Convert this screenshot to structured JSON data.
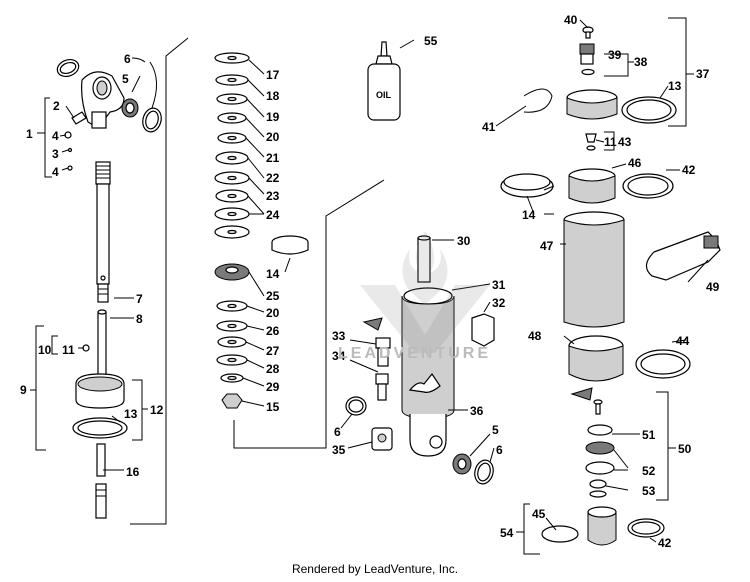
{
  "labels": {
    "p1": "1",
    "p2": "2",
    "p3": "3",
    "p4a": "4",
    "p4b": "4",
    "p5a": "5",
    "p5b": "5",
    "p6a": "6",
    "p6b": "6",
    "p6c": "6",
    "p7": "7",
    "p8": "8",
    "p9": "9",
    "p10": "10",
    "p11a": "11",
    "p11b": "11",
    "p12": "12",
    "p13a": "13",
    "p13b": "13",
    "p14a": "14",
    "p14b": "14",
    "p15": "15",
    "p16": "16",
    "p17": "17",
    "p18": "18",
    "p19": "19",
    "p20a": "20",
    "p20b": "20",
    "p21": "21",
    "p22": "22",
    "p23": "23",
    "p24": "24",
    "p25": "25",
    "p26": "26",
    "p27": "27",
    "p28": "28",
    "p29": "29",
    "p30": "30",
    "p31": "31",
    "p32": "32",
    "p33": "33",
    "p34": "34",
    "p35": "35",
    "p36": "36",
    "p37": "37",
    "p38": "38",
    "p39": "39",
    "p40": "40",
    "p41": "41",
    "p42a": "42",
    "p42b": "42",
    "p43": "43",
    "p44": "44",
    "p45": "45",
    "p46": "46",
    "p47": "47",
    "p48": "48",
    "p49": "49",
    "p50": "50",
    "p51": "51",
    "p52": "52",
    "p53": "53",
    "p54": "54",
    "p55": "55"
  },
  "bottle_label": "OIL",
  "watermark_text": "LEADVENTURE",
  "footer": "Rendered by LeadVenture, Inc."
}
